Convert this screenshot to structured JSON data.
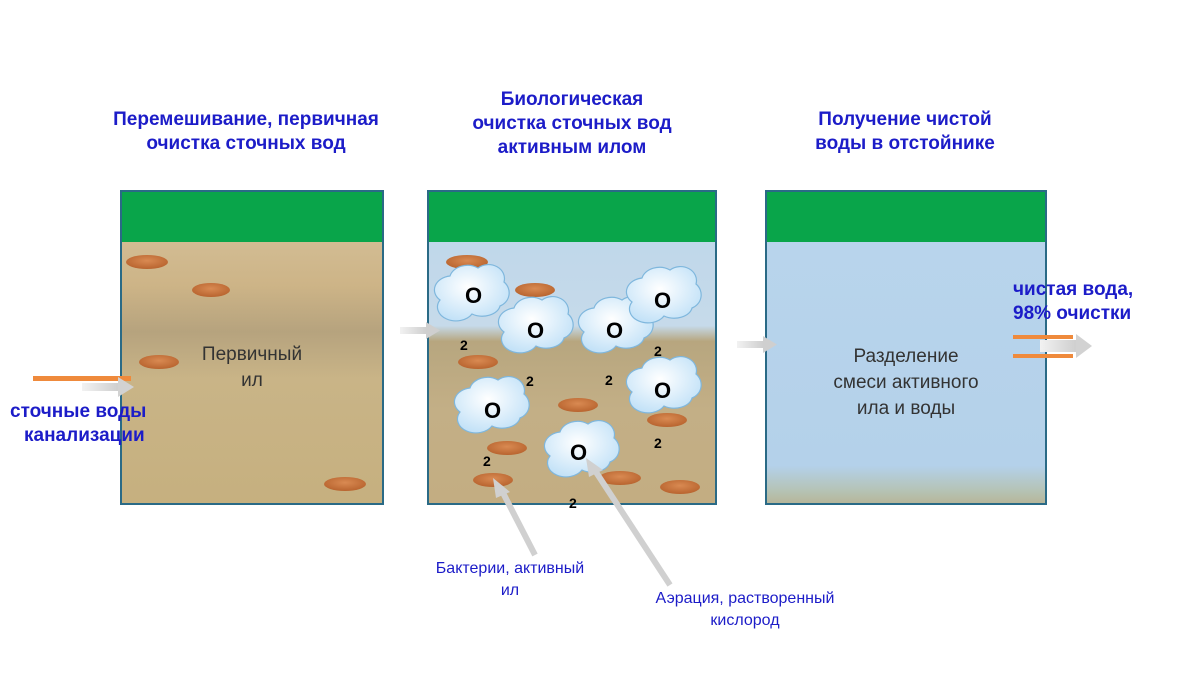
{
  "headings": {
    "stage1": [
      "Перемешивание, первичная",
      "очистка сточных вод"
    ],
    "stage2": [
      "Биологическая",
      "очистка сточных вод",
      "активным илом"
    ],
    "stage3": [
      "Получение чистой",
      "воды в отстойнике"
    ]
  },
  "tanks": {
    "tank1_label": [
      "Первичный",
      "ил"
    ],
    "tank3_label": [
      "Разделение",
      "смеси активного",
      "ила и воды"
    ]
  },
  "inflow_label": [
    "сточные воды",
    "канализации"
  ],
  "outflow_label": [
    "чистая вода,",
    "98% очистки"
  ],
  "annotations": {
    "bacteria": [
      "Бактерии, активный",
      "ил"
    ],
    "aeration": [
      "Аэрация, растворенный",
      "кислород"
    ]
  },
  "oxygen": {
    "atom": "O",
    "subscript": "2"
  },
  "colors": {
    "heading_text": "#1c1cc8",
    "lid": "#09a54a",
    "sludge_disc": "#c8753e",
    "bubble": "#d6ecfb",
    "inflow_pipe": "#ef8a3c"
  }
}
